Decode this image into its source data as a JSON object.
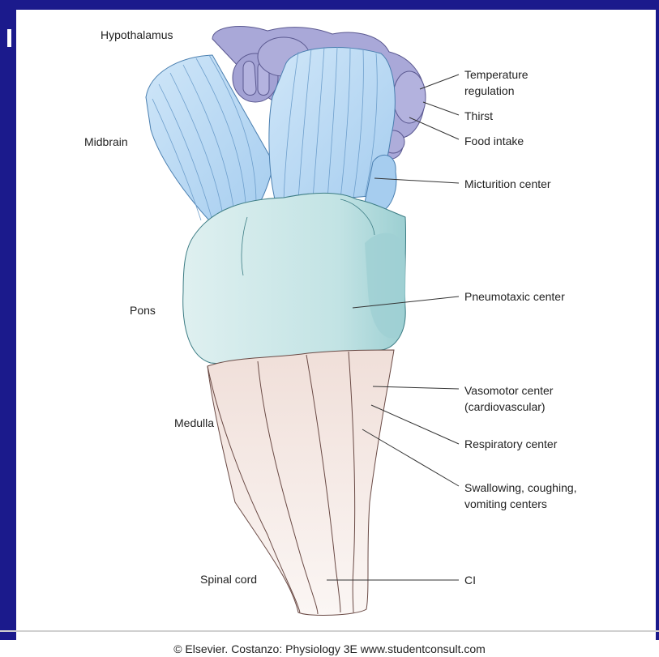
{
  "labels": {
    "hypothalamus": "Hypothalamus",
    "midbrain": "Midbrain",
    "pons": "Pons",
    "medulla": "Medulla",
    "spinal_cord": "Spinal cord",
    "temperature_1": "Temperature",
    "temperature_2": "regulation",
    "thirst": "Thirst",
    "food_intake": "Food intake",
    "micturition": "Micturition center",
    "pneumotaxic": "Pneumotaxic center",
    "vasomotor_1": "Vasomotor center",
    "vasomotor_2": "(cardiovascular)",
    "respiratory": "Respiratory center",
    "swallowing_1": "Swallowing, coughing,",
    "swallowing_2": "vomiting centers",
    "ci": "CI"
  },
  "footer": {
    "copyright": "© Elsevier. Costanzo: Physiology 3E www.studentconsult.com"
  },
  "colors": {
    "frame": "#1b1a8c",
    "hypothalamus": "#a9a8d8",
    "midbrain": "#b5d7f2",
    "pons": "#c9e8e8",
    "medulla": "#f2e4df"
  }
}
